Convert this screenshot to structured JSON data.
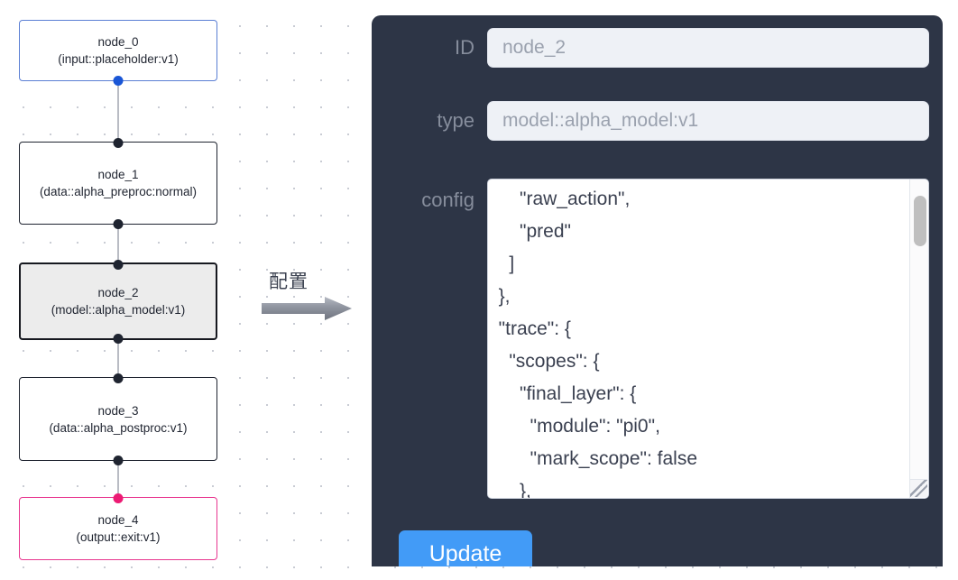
{
  "canvas": {
    "watermark": "",
    "nodes": [
      {
        "id": "node_0",
        "label": "node_0",
        "sublabel": "(input::placeholder:v1)",
        "style": "input"
      },
      {
        "id": "node_1",
        "label": "node_1",
        "sublabel": "(data::alpha_preproc:normal)",
        "style": "default"
      },
      {
        "id": "node_2",
        "label": "node_2",
        "sublabel": "(model::alpha_model:v1)",
        "style": "selected"
      },
      {
        "id": "node_3",
        "label": "node_3",
        "sublabel": "(data::alpha_postproc:v1)",
        "style": "default"
      },
      {
        "id": "node_4",
        "label": "node_4",
        "sublabel": "(output::exit:v1)",
        "style": "output"
      }
    ]
  },
  "arrow": {
    "label": "配置",
    "color": "#8a8f99"
  },
  "panel": {
    "background_color": "#2d3546",
    "fields": [
      {
        "name": "id",
        "label": "ID",
        "value": "node_2"
      },
      {
        "name": "type",
        "label": "type",
        "value": "model::alpha_model:v1"
      },
      {
        "name": "config",
        "label": "config",
        "value": "      \"raw_action\",\n      \"pred\"\n    ]\n  },\n  \"trace\": {\n    \"scopes\": {\n      \"final_layer\": {\n        \"module\": \"pi0\",\n        \"mark_scope\": false\n      },\n      \"action_model\": {"
      }
    ],
    "update_button": {
      "label": "Update",
      "color": "#429bf7"
    }
  }
}
